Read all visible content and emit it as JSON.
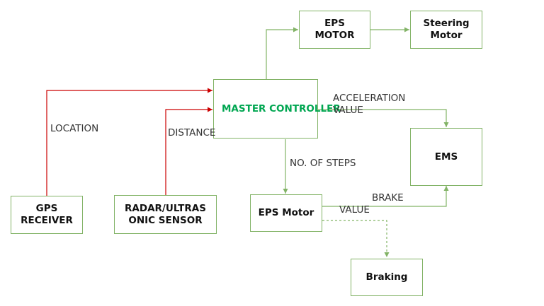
{
  "colors": {
    "box_border": "#82b366",
    "green_edge": "#82b366",
    "red_edge": "#cc0000",
    "master_text": "#00a651"
  },
  "nodes": {
    "eps_motor_top": "EPS\nMOTOR",
    "steering_motor": "Steering\nMotor",
    "master_controller": "MASTER CONTROLLER",
    "ems": "EMS",
    "gps_receiver": "GPS\nRECEIVER",
    "radar_sensor": "RADAR/ULTRAS\nONIC SENSOR",
    "eps_motor_bottom": "EPS Motor",
    "braking": "Braking"
  },
  "edge_labels": {
    "location": "LOCATION",
    "distance": "DISTANCE",
    "acceleration": "ACCELERATION\nVALUE",
    "no_of_steps": "NO. OF STEPS",
    "brake_label": "BRAKE",
    "value_label": "VALUE"
  }
}
